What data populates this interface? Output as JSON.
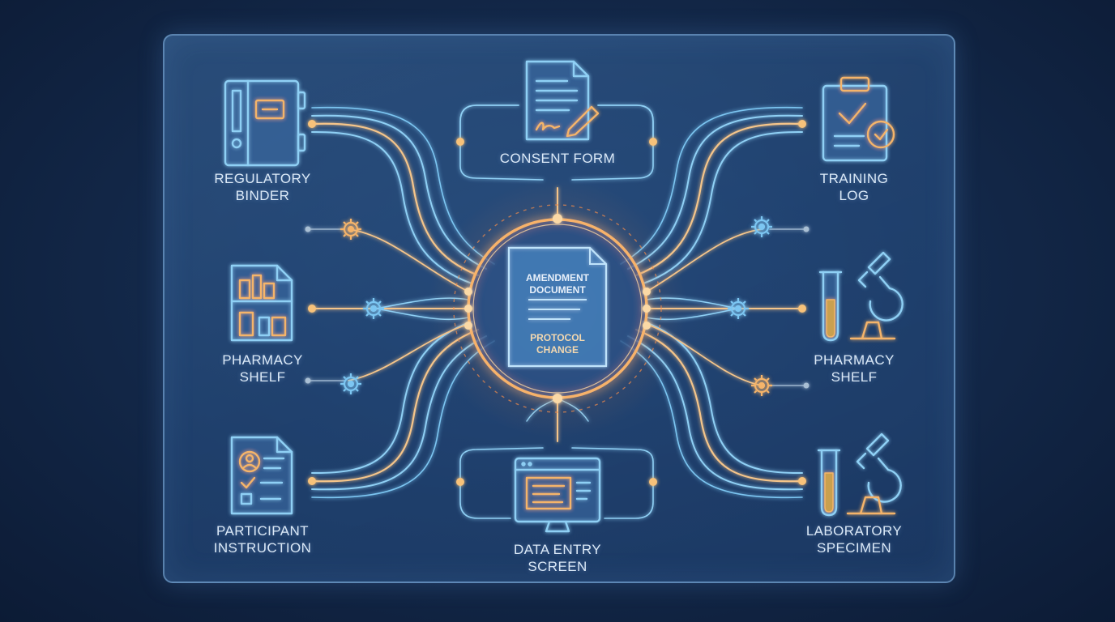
{
  "center": {
    "title_line1": "AMENDMENT",
    "title_line2": "DOCUMENT",
    "subtitle_line1": "PROTOCOL",
    "subtitle_line2": "CHANGE"
  },
  "nodes": {
    "regulatory_binder": {
      "line1": "REGULATORY",
      "line2": "BINDER"
    },
    "consent_form": {
      "line1": "CONSENT FORM"
    },
    "training_log": {
      "line1": "TRAINING",
      "line2": "LOG"
    },
    "pharmacy_shelf_left": {
      "line1": "PHARMACY",
      "line2": "SHELF"
    },
    "pharmacy_shelf_right": {
      "line1": "PHARMACY",
      "line2": "SHELF"
    },
    "participant_instruction": {
      "line1": "PARTICIPANT",
      "line2": "INSTRUCTION"
    },
    "data_entry_screen": {
      "line1": "DATA ENTRY",
      "line2": "SCREEN"
    },
    "laboratory_specimen": {
      "line1": "LABORATORY",
      "line2": "SPECIMEN"
    }
  },
  "colors": {
    "accent_orange": "#f5b46a",
    "accent_blue": "#7cc6f2",
    "line_light": "#cfe6f8",
    "panel_border": "#8cbeea"
  }
}
